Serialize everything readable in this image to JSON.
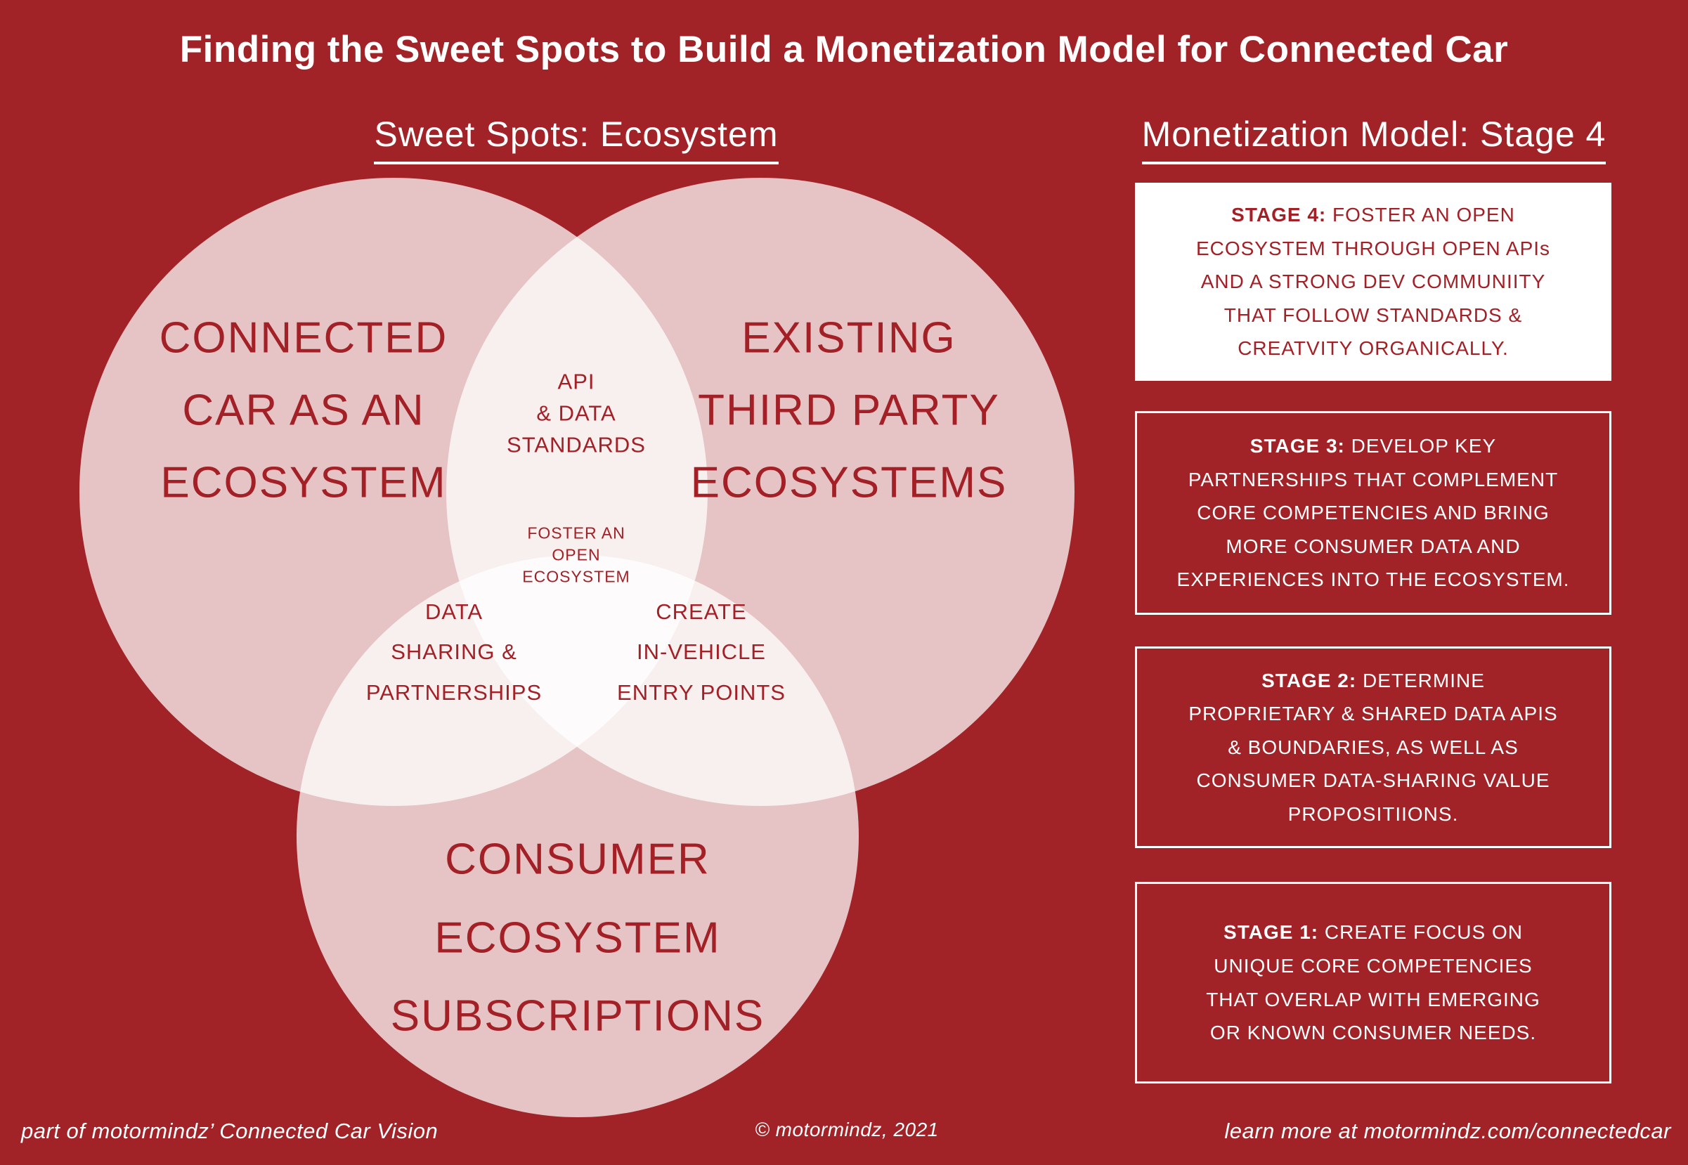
{
  "page": {
    "title": "Finding the Sweet Spots to Build a Monetization Model for Connected Car",
    "colors": {
      "background": "#A12227",
      "brand_red": "#A32026",
      "white": "#FFFFFF",
      "circle_fill": "rgba(255,255,255,0.73)"
    }
  },
  "sweet_spots": {
    "heading": "Sweet Spots: Ecosystem",
    "venn": {
      "circle_labels": [
        {
          "id": "connected-car",
          "text": "CONNECTED\nCAR AS AN\nECOSYSTEM"
        },
        {
          "id": "existing-third-party",
          "text": "EXISTING\nTHIRD PARTY\nECOSYSTEMS"
        },
        {
          "id": "consumer-subscriptions",
          "text": "CONSUMER\nECOSYSTEM\nSUBSCRIPTIONS"
        }
      ],
      "overlap_labels": [
        {
          "id": "api-data-standards",
          "text": "API\n& DATA\nSTANDARDS"
        },
        {
          "id": "foster-open-ecosystem",
          "text": "FOSTER AN\nOPEN\nECOSYSTEM"
        },
        {
          "id": "data-sharing-partnerships",
          "text": "DATA\nSHARING &\nPARTNERSHIPS"
        },
        {
          "id": "create-in-vehicle-entry-points",
          "text": "CREATE\nIN-VEHICLE\nENTRY POINTS"
        }
      ]
    }
  },
  "monetization": {
    "heading": "Monetization Model: Stage 4",
    "stages": [
      {
        "lead": "STAGE 4:",
        "body": " FOSTER AN OPEN\nECOSYSTEM THROUGH OPEN APIs\nAND A STRONG DEV COMMUNIITY\nTHAT FOLLOW STANDARDS &\nCREATVITY ORGANICALLY.",
        "highlighted": true
      },
      {
        "lead": "STAGE 3:",
        "body": " DEVELOP KEY\nPARTNERSHIPS THAT COMPLEMENT\nCORE COMPETENCIES AND BRING\nMORE CONSUMER DATA AND\nEXPERIENCES INTO THE ECOSYSTEM.",
        "highlighted": false
      },
      {
        "lead": "STAGE 2:",
        "body": " DETERMINE\nPROPRIETARY & SHARED DATA APIS\n& BOUNDARIES, AS WELL AS\nCONSUMER DATA-SHARING VALUE\nPROPOSITIIONS.",
        "highlighted": false
      },
      {
        "lead": "STAGE 1:",
        "body": " CREATE FOCUS ON\nUNIQUE CORE COMPETENCIES\nTHAT OVERLAP WITH EMERGING\nOR KNOWN CONSUMER NEEDS.",
        "highlighted": false
      }
    ]
  },
  "footer": {
    "left": "part of motormindz’ Connected Car Vision",
    "center": "© motormindz, 2021",
    "right": "learn more at motormindz.com/connectedcar"
  }
}
